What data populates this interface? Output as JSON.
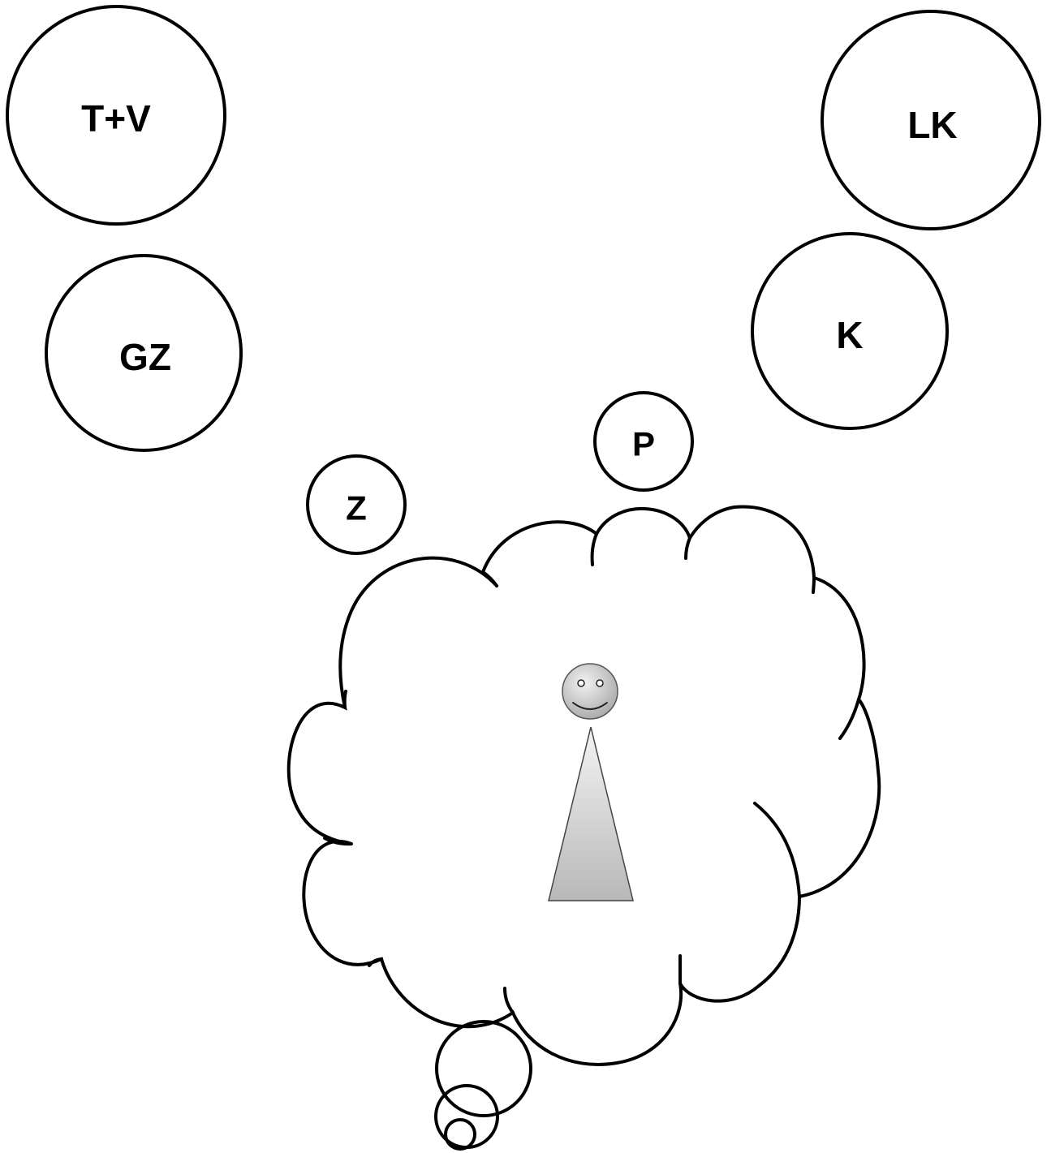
{
  "diagram": {
    "nodes": [
      {
        "id": "tv",
        "label": "T+V"
      },
      {
        "id": "gz",
        "label": "GZ"
      },
      {
        "id": "lk",
        "label": "LK"
      },
      {
        "id": "k",
        "label": "K"
      },
      {
        "id": "p",
        "label": "P"
      },
      {
        "id": "z",
        "label": "Z"
      }
    ],
    "central_figure": {
      "icon": "person-icon",
      "enclosure": "thought-cloud-icon"
    }
  }
}
